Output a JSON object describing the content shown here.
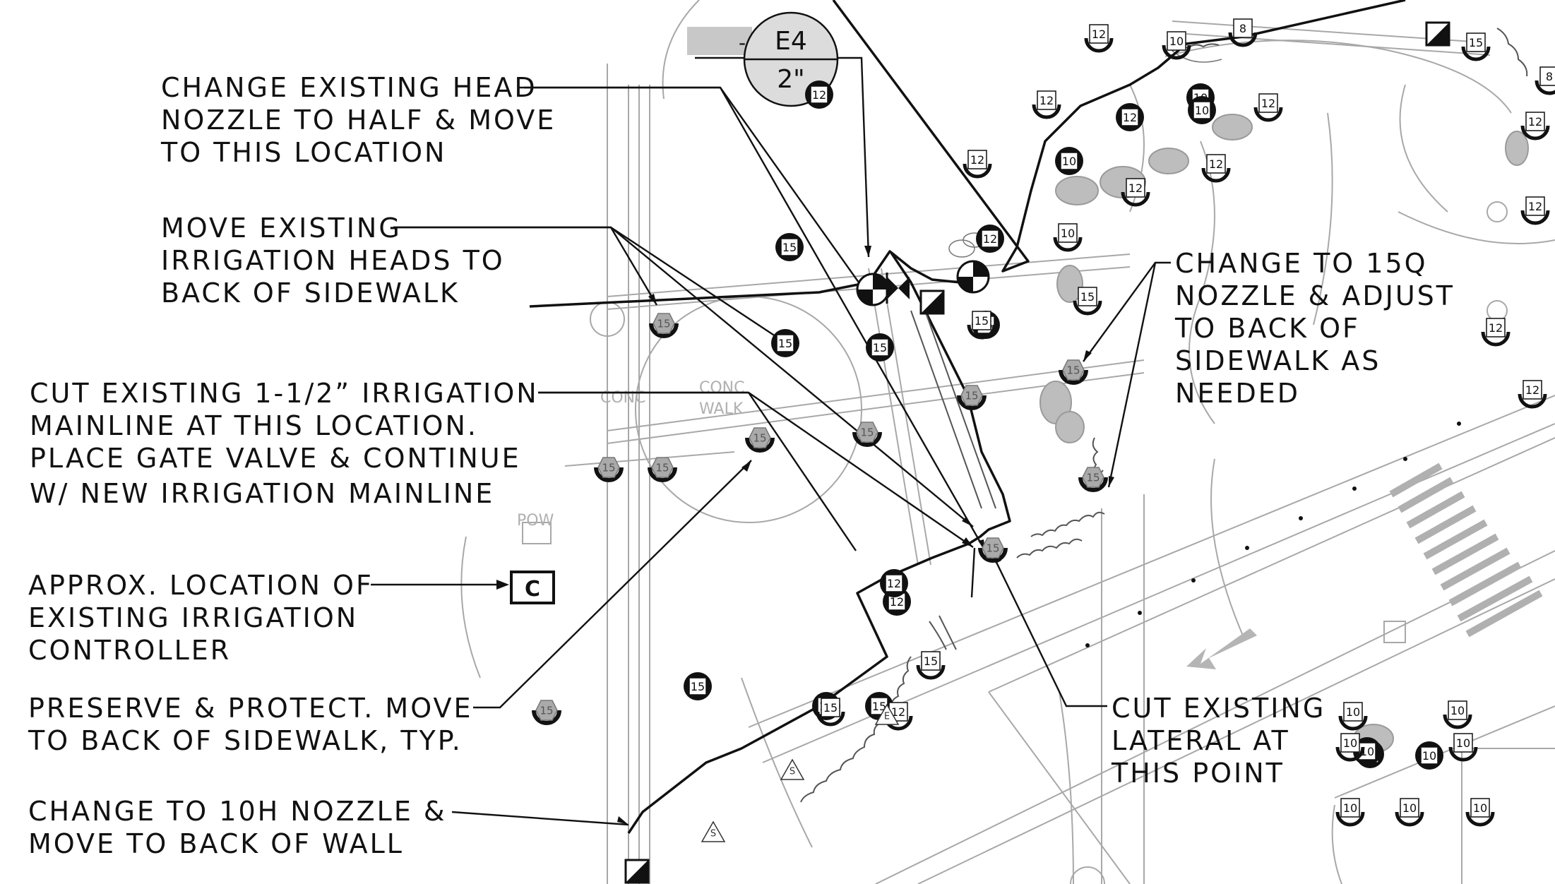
{
  "drawing": {
    "notes": [
      {
        "id": "change-existing-head",
        "lines": [
          "CHANGE EXISTING HEAD",
          "NOZZLE TO HALF & MOVE",
          "TO THIS LOCATION"
        ]
      },
      {
        "id": "move-existing-heads",
        "lines": [
          "MOVE EXISTING",
          "IRRIGATION HEADS TO",
          "BACK OF SIDEWALK"
        ]
      },
      {
        "id": "cut-mainline",
        "lines": [
          "CUT EXISTING 1-1/2” IRRIGATION",
          "MAINLINE AT THIS LOCATION.",
          "PLACE GATE VALVE & CONTINUE",
          "W/ NEW IRRIGATION MAINLINE"
        ]
      },
      {
        "id": "controller-location",
        "lines": [
          "APPROX. LOCATION OF",
          "EXISTING IRRIGATION",
          "CONTROLLER"
        ]
      },
      {
        "id": "preserve-protect",
        "lines": [
          "PRESERVE & PROTECT. MOVE",
          "TO BACK OF SIDEWALK, TYP."
        ]
      },
      {
        "id": "change-10h",
        "lines": [
          "CHANGE TO 10H NOZZLE &",
          "MOVE TO BACK OF WALL"
        ]
      },
      {
        "id": "change-15q",
        "lines": [
          "CHANGE TO 15Q",
          "NOZZLE & ADJUST",
          "TO BACK OF",
          "SIDEWALK AS",
          "NEEDED"
        ]
      },
      {
        "id": "cut-lateral",
        "lines": [
          "CUT EXISTING",
          "LATERAL AT",
          "THIS POINT"
        ]
      }
    ],
    "valve_tag": {
      "prefix": "-",
      "id": "E4",
      "size": "2\""
    },
    "controller_symbol": "C",
    "faint_labels": [
      "CONC",
      "CONC",
      "WALK",
      "POW"
    ],
    "heads_dark": [
      "12",
      "10",
      "15",
      "15",
      "15",
      "15",
      "12",
      "12",
      "10",
      "10",
      "12",
      "10",
      "15",
      "12",
      "15",
      "15",
      "10",
      "10"
    ],
    "heads_gray": [
      "15",
      "15",
      "15",
      "15",
      "15",
      "15",
      "15",
      "15",
      "15",
      "15"
    ],
    "heads_square": [
      "12",
      "10",
      "8",
      "12",
      "12",
      "12",
      "12",
      "10",
      "15",
      "15",
      "12",
      "12",
      "10",
      "10",
      "10",
      "10",
      "15",
      "15",
      "12",
      "12",
      "15",
      "10",
      "10",
      "8",
      "10",
      "12",
      "12"
    ],
    "heads_triangle": [
      "E",
      "S",
      "S"
    ],
    "colors": {
      "line": "#111111",
      "faint": "#a8a8a8",
      "gray_fill": "#aaaaaa",
      "shrub": "#bdbdbd"
    }
  }
}
